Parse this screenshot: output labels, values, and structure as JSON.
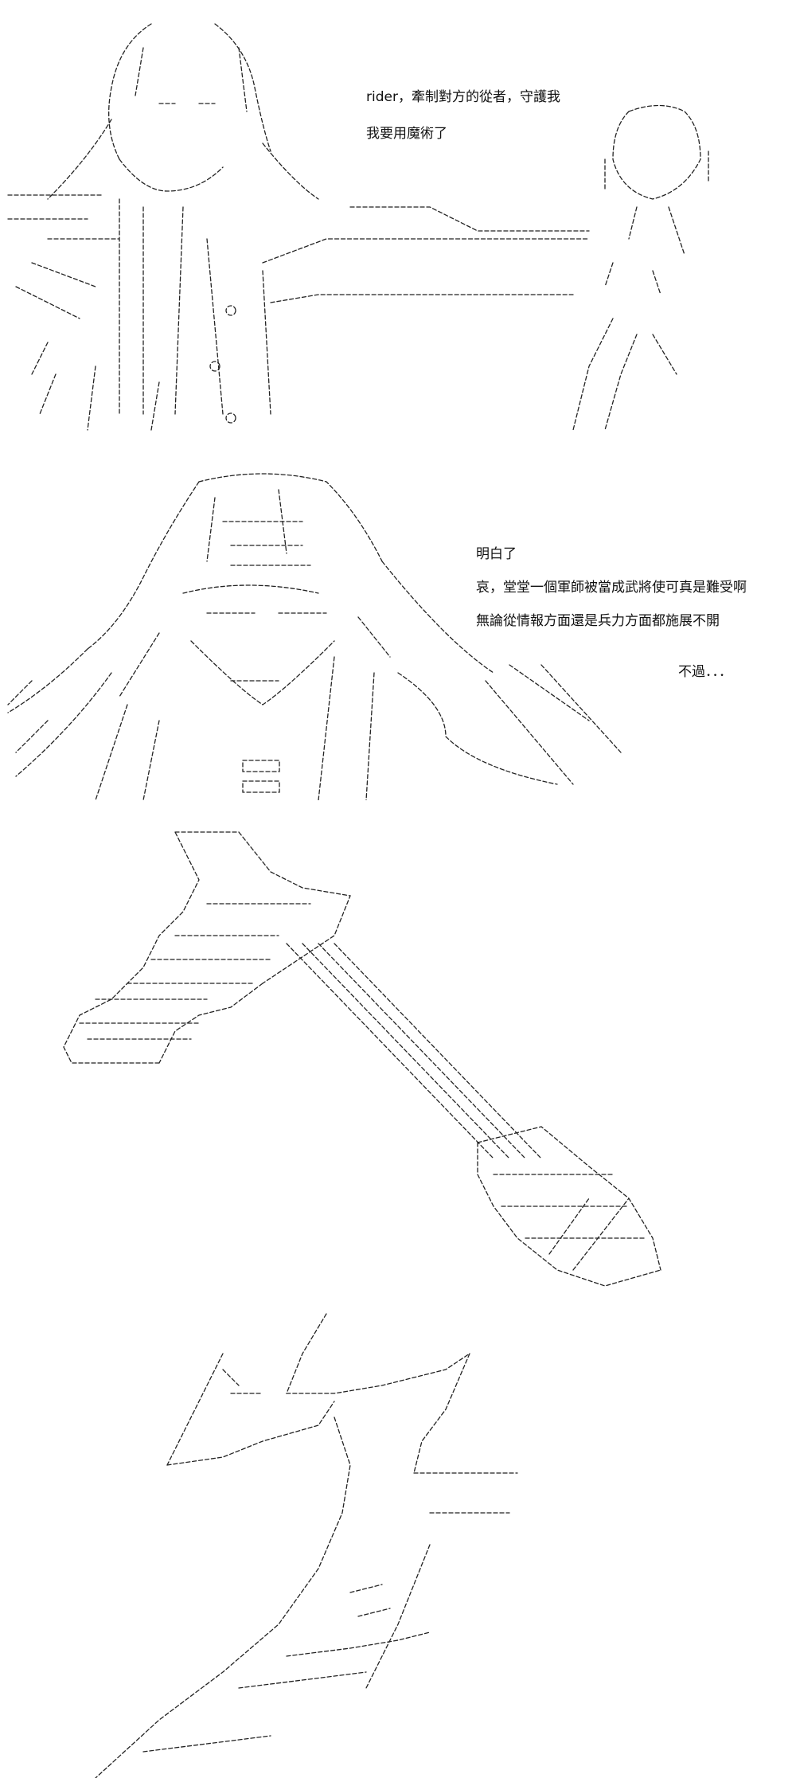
{
  "colors": {
    "background": "#ffffff",
    "ink": "#111111",
    "line": "#222222"
  },
  "panels": [
    {
      "lines": [
        "rider，牽制對方的從者，守護我",
        "我要用魔術了"
      ]
    },
    {
      "lines": [
        "明白了",
        "哀，堂堂一個軍師被當成武將使可真是難受啊",
        "無論從情報方面還是兵力方面都施展不開",
        "不過．．．"
      ]
    },
    {
      "lines": []
    },
    {
      "lines": []
    }
  ]
}
